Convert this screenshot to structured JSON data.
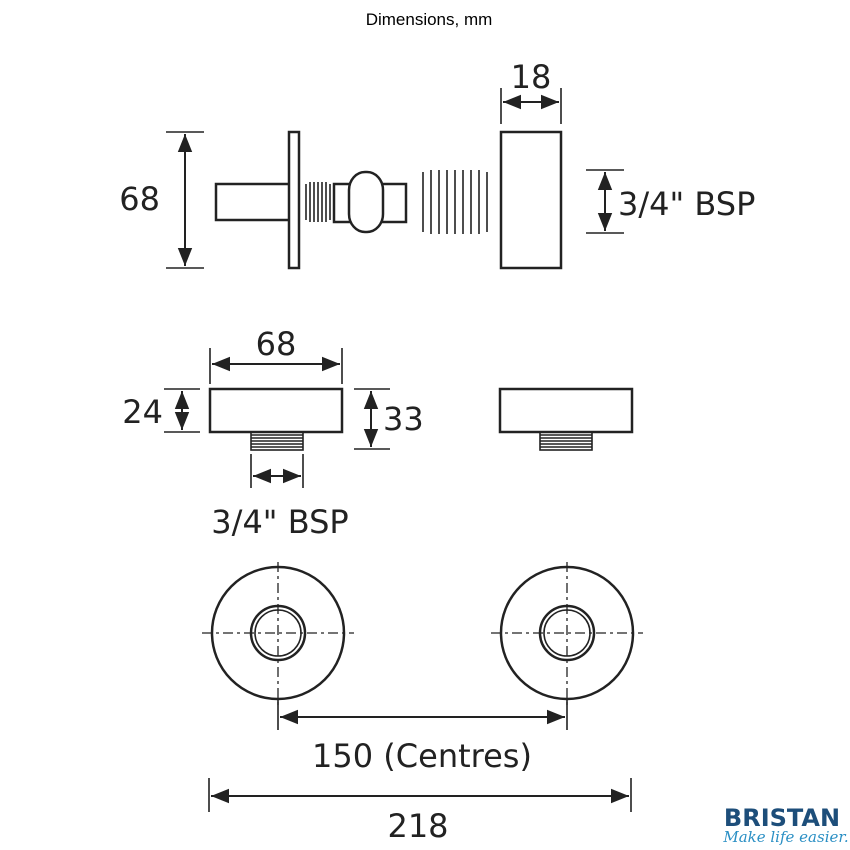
{
  "diagram": {
    "title": "Dimensions, mm",
    "side_view": {
      "height_label": "68",
      "depth_label": "18",
      "thread_label": "3/4\" BSP"
    },
    "top_view": {
      "width_label": "68",
      "height_small_label": "24",
      "height_large_label": "33",
      "thread_label": "3/4\" BSP"
    },
    "front_view": {
      "centres_label": "150 (Centres)",
      "overall_label": "218"
    }
  },
  "brand": {
    "name": "BRISTAN",
    "tagline": "Make life easier.",
    "colors": {
      "name": "#1d4e7a",
      "tagline": "#2a8fc4"
    }
  }
}
